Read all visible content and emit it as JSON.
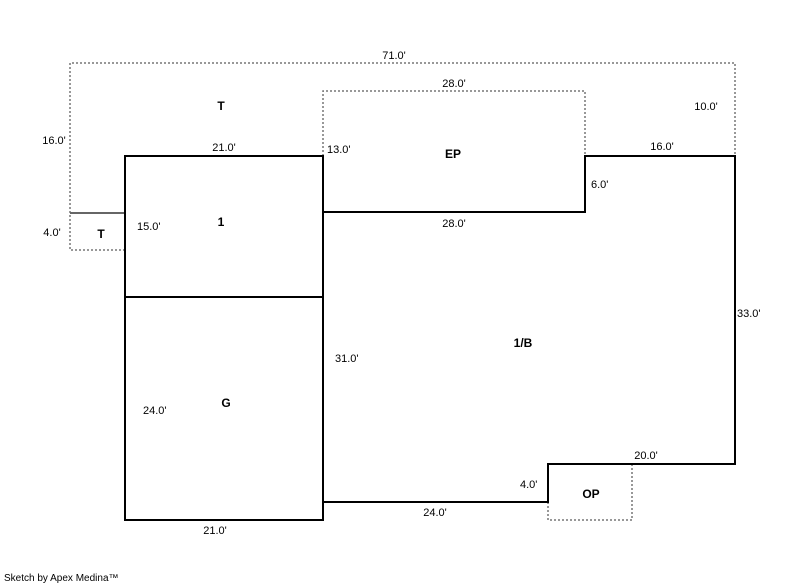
{
  "areas": {
    "t_top": "T",
    "t_small": "T",
    "room1": "1",
    "garage": "G",
    "ep": "EP",
    "main": "1/B",
    "op": "OP"
  },
  "dimensions": {
    "outer_top": "71.0'",
    "ep_top": "28.0'",
    "right_top": "10.0'",
    "left_outer": "16.0'",
    "room1_top": "21.0'",
    "ep_left": "13.0'",
    "right_upper": "16.0'",
    "ep_right": "6.0'",
    "t_small_left": "4.0'",
    "room1_left": "15.0'",
    "ep_bottom": "28.0'",
    "right_side": "33.0'",
    "mid_vertical": "31.0'",
    "garage_left": "24.0'",
    "op_top": "20.0'",
    "op_left": "4.0'",
    "bottom_mid": "24.0'",
    "garage_bottom": "21.0'"
  },
  "credit": "Sketch by Apex Medina™"
}
